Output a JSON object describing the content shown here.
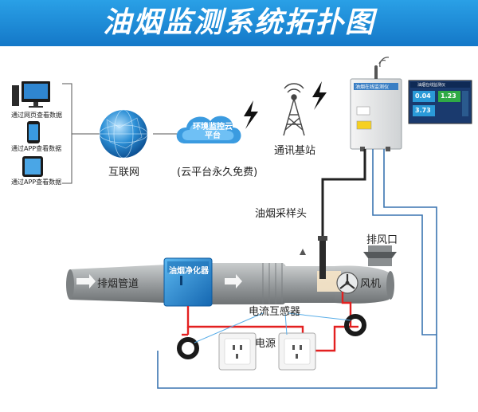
{
  "title": "油烟监测系统拓扑图",
  "clients": [
    {
      "label": "通过网页查看数据"
    },
    {
      "label": "通过APP查看数据"
    },
    {
      "label": "通过APP查看数据"
    }
  ],
  "internet": {
    "label": "互联网"
  },
  "cloud": {
    "text": "环境监控云平台",
    "caption": "(云平台永久免费)"
  },
  "base_station": {
    "label": "通讯基站"
  },
  "monitor": {
    "panel_title": "油烟在线监测仪",
    "screen_title": "油烟在线监测仪",
    "readings": [
      "0.04",
      "1.23",
      "3.73"
    ]
  },
  "components": {
    "sampling_head": "油烟采样头",
    "exhaust_outlet": "排风口",
    "purifier": "油烟净化器",
    "exhaust_duct": "排烟管道",
    "fan": "风机",
    "current_sensor": "电流互感器",
    "power": "电源"
  },
  "colors": {
    "banner": "#1e8ed8",
    "duct": "#8e9294",
    "purifier": "#2a8fd4",
    "wire_red": "#e32020",
    "wire_black": "#222222",
    "cable_blue": "#3a74b0"
  }
}
